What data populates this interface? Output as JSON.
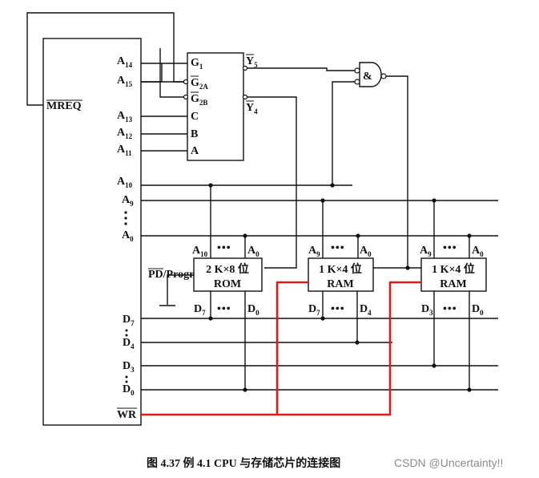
{
  "cpu": {
    "mreq": "MREQ",
    "wr": "WR",
    "addr": [
      {
        "base": "A",
        "sub": "14"
      },
      {
        "base": "A",
        "sub": "15"
      },
      {
        "base": "A",
        "sub": "13"
      },
      {
        "base": "A",
        "sub": "12"
      },
      {
        "base": "A",
        "sub": "11"
      },
      {
        "base": "A",
        "sub": "10"
      },
      {
        "base": "A",
        "sub": "9"
      },
      {
        "base": "A",
        "sub": "0"
      }
    ],
    "data": [
      {
        "base": "D",
        "sub": "7"
      },
      {
        "base": "D",
        "sub": "4"
      },
      {
        "base": "D",
        "sub": "3"
      },
      {
        "base": "D",
        "sub": "0"
      }
    ]
  },
  "decoder": {
    "inputs": [
      {
        "base": "G",
        "sub": "1"
      },
      {
        "base": "G",
        "sub": "2A"
      },
      {
        "base": "G",
        "sub": "2B"
      },
      {
        "base": "C",
        "sub": ""
      },
      {
        "base": "B",
        "sub": ""
      },
      {
        "base": "A",
        "sub": ""
      }
    ],
    "outputs": [
      {
        "base": "Y",
        "sub": "5"
      },
      {
        "base": "Y",
        "sub": "4"
      }
    ]
  },
  "gate": {
    "symbol": "&"
  },
  "chips": [
    {
      "line1": "2 K×8 位",
      "line2": "ROM",
      "addr_hi": {
        "base": "A",
        "sub": "10"
      },
      "addr_lo": {
        "base": "A",
        "sub": "0"
      },
      "data_hi": {
        "base": "D",
        "sub": "7"
      },
      "data_lo": {
        "base": "D",
        "sub": "0"
      }
    },
    {
      "line1": "1 K×4 位",
      "line2": "RAM",
      "addr_hi": {
        "base": "A",
        "sub": "9"
      },
      "addr_lo": {
        "base": "A",
        "sub": "0"
      },
      "data_hi": {
        "base": "D",
        "sub": "7"
      },
      "data_lo": {
        "base": "D",
        "sub": "4"
      }
    },
    {
      "line1": "1 K×4 位",
      "line2": "RAM",
      "addr_hi": {
        "base": "A",
        "sub": "9"
      },
      "addr_lo": {
        "base": "A",
        "sub": "0"
      },
      "data_hi": {
        "base": "D",
        "sub": "3"
      },
      "data_lo": {
        "base": "D",
        "sub": "0"
      }
    }
  ],
  "pd_label": "PD/Progr",
  "ellipsis": "•••",
  "caption": "图 4.37    例 4.1 CPU 与存储芯片的连接图",
  "watermark": "CSDN @Uncertainty!!",
  "colors": {
    "wire": "#111111",
    "wr_line": "#e01a1a",
    "watermark": "#8a8a8a"
  }
}
